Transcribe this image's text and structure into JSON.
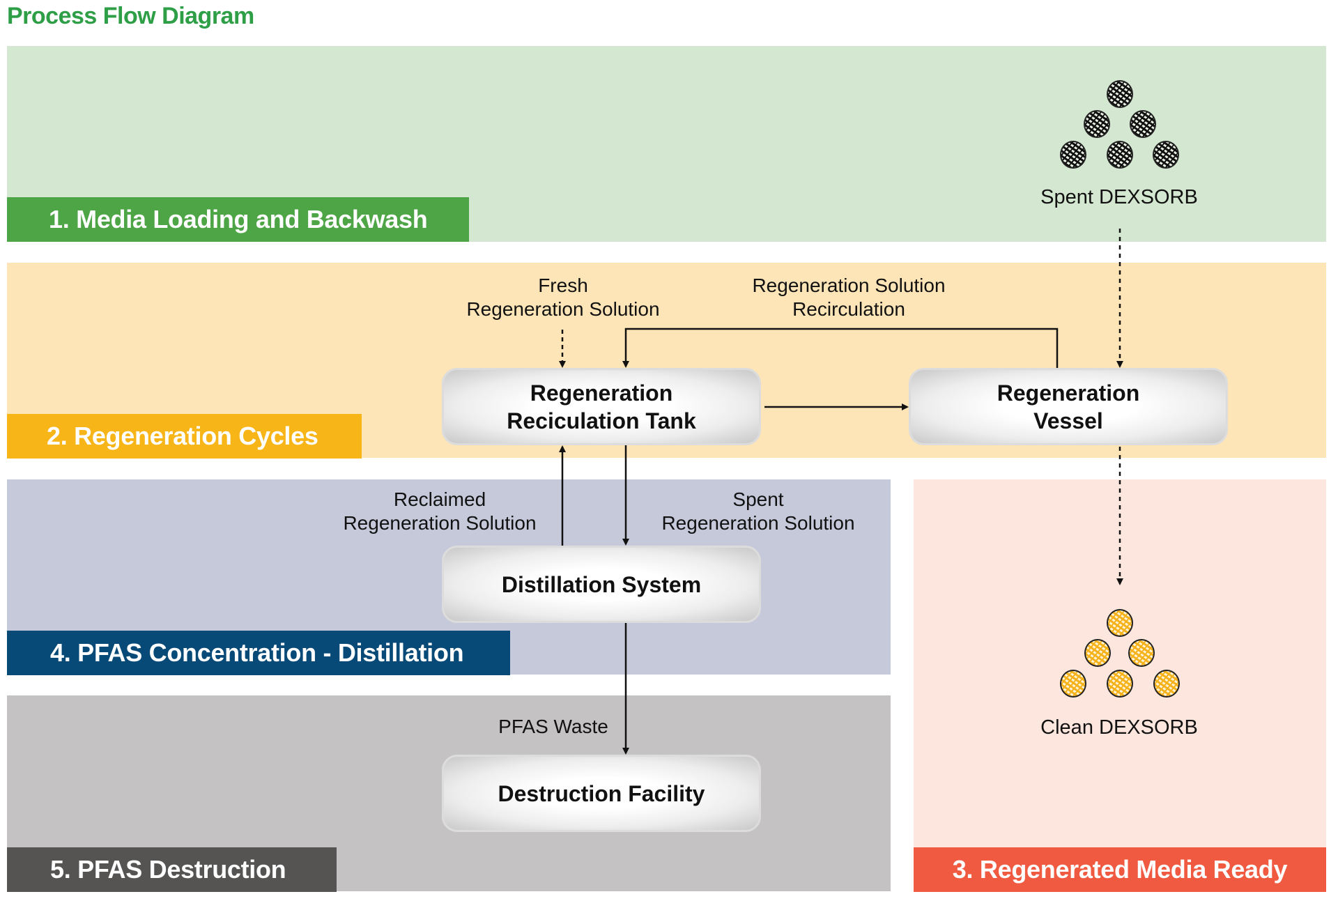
{
  "title": "Process Flow Diagram",
  "stages": {
    "s1": "1. Media Loading and Backwash",
    "s2": "2. Regeneration Cycles",
    "s3": "3. Regenerated Media Ready",
    "s4": "4. PFAS Concentration - Distillation",
    "s5": "5. PFAS Destruction"
  },
  "nodes": {
    "tank": [
      "Regeneration",
      "Reciculation Tank"
    ],
    "vessel": [
      "Regeneration",
      "Vessel"
    ],
    "distillation": [
      "Distillation System"
    ],
    "destruction": [
      "Destruction Facility"
    ]
  },
  "flow_labels": {
    "fresh": [
      "Fresh",
      "Regeneration Solution"
    ],
    "recirculation": [
      "Regeneration Solution",
      "Recirculation"
    ],
    "reclaimed": [
      "Reclaimed",
      "Regeneration Solution"
    ],
    "spent_solution": [
      "Spent",
      "Regeneration Solution"
    ],
    "pfas_waste": "PFAS Waste"
  },
  "media": {
    "spent": "Spent DEXSORB",
    "clean": "Clean DEXSORB"
  },
  "colors": {
    "title": "#2e9e47",
    "stage1": "#4ea546",
    "stage2": "#f8b518",
    "stage3": "#f05a40",
    "stage4": "#074a78",
    "stage5": "#555453"
  }
}
